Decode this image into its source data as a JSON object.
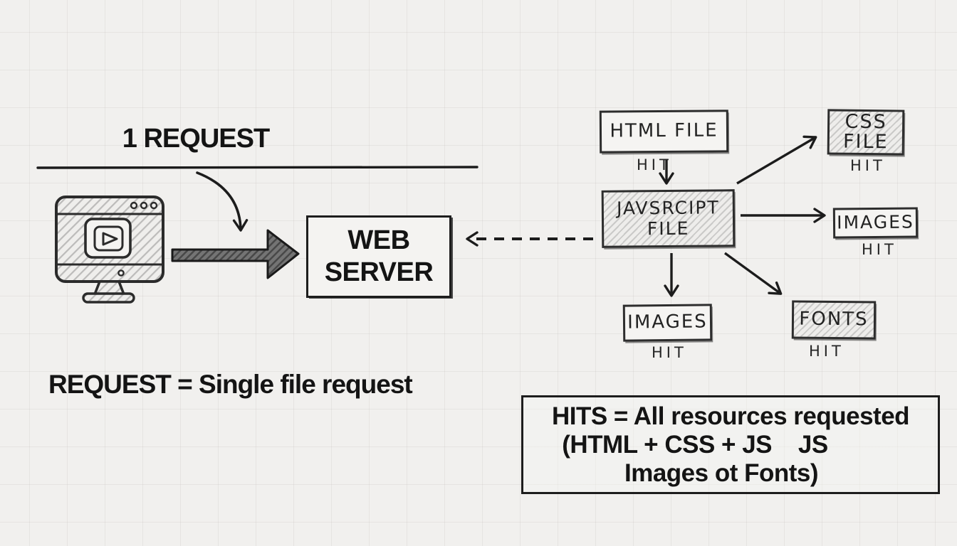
{
  "left_panel": {
    "title": "1 REQUEST",
    "caption": "REQUEST = Single file request",
    "server_box": {
      "line1": "WEB",
      "line2": "SERVER"
    }
  },
  "hits_flow": {
    "html_file": {
      "label": "HTML FILE",
      "hit": "HIT"
    },
    "javascript_file": {
      "line1": "JAVSRCIPT",
      "line2": "FILE"
    },
    "css_file": {
      "line1": "CSS",
      "line2": "FILE",
      "hit": "HIT"
    },
    "images_right": {
      "label": "IMAGES",
      "hit": "HIT"
    },
    "images_bottom": {
      "label": "IMAGES",
      "hit": "HIT"
    },
    "fonts": {
      "label": "FONTS",
      "hit": "HIT"
    }
  },
  "summary_box": {
    "line1": "HITS = All resources requested",
    "line2": "(HTML + CSS + JS    JS",
    "line3": "Images ot Fonts)"
  },
  "icons": {
    "client": "monitor-browser-play-icon",
    "request_arrow": "thick-right-block-arrow-icon",
    "curved_arrow": "curved-down-arrow-icon",
    "return_arrow": "dashed-left-arrow-icon",
    "flow_arrow": "sketch-arrow-icon"
  },
  "colors": {
    "paper": "#f1f0ee",
    "ink": "#1e1e1e",
    "grid": "#dcdad6"
  }
}
